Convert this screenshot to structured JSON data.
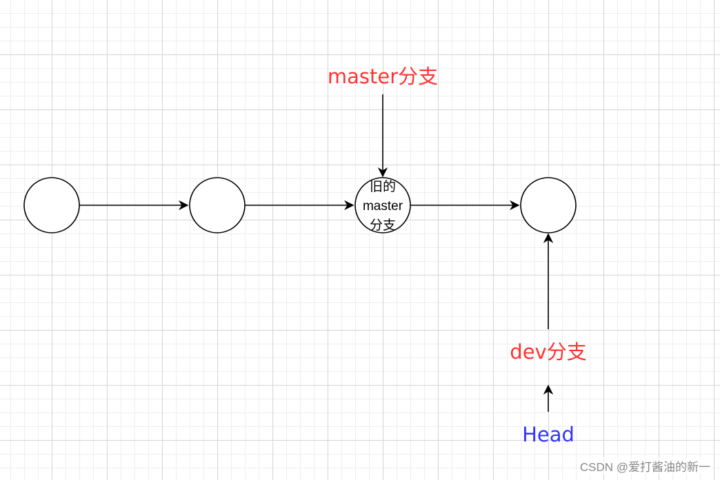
{
  "diagram": {
    "labels": {
      "master": "master分支",
      "dev": "dev分支",
      "head": "Head"
    },
    "nodes": [
      {
        "id": "commit-1",
        "text": []
      },
      {
        "id": "commit-2",
        "text": []
      },
      {
        "id": "commit-3",
        "text": [
          "旧的",
          "master",
          "分支"
        ]
      },
      {
        "id": "commit-4",
        "text": []
      }
    ]
  },
  "colors": {
    "branch_label": "#ff3333",
    "head_label": "#3333ff",
    "stroke": "#000000"
  },
  "watermark": "CSDN @爱打酱油的新一"
}
